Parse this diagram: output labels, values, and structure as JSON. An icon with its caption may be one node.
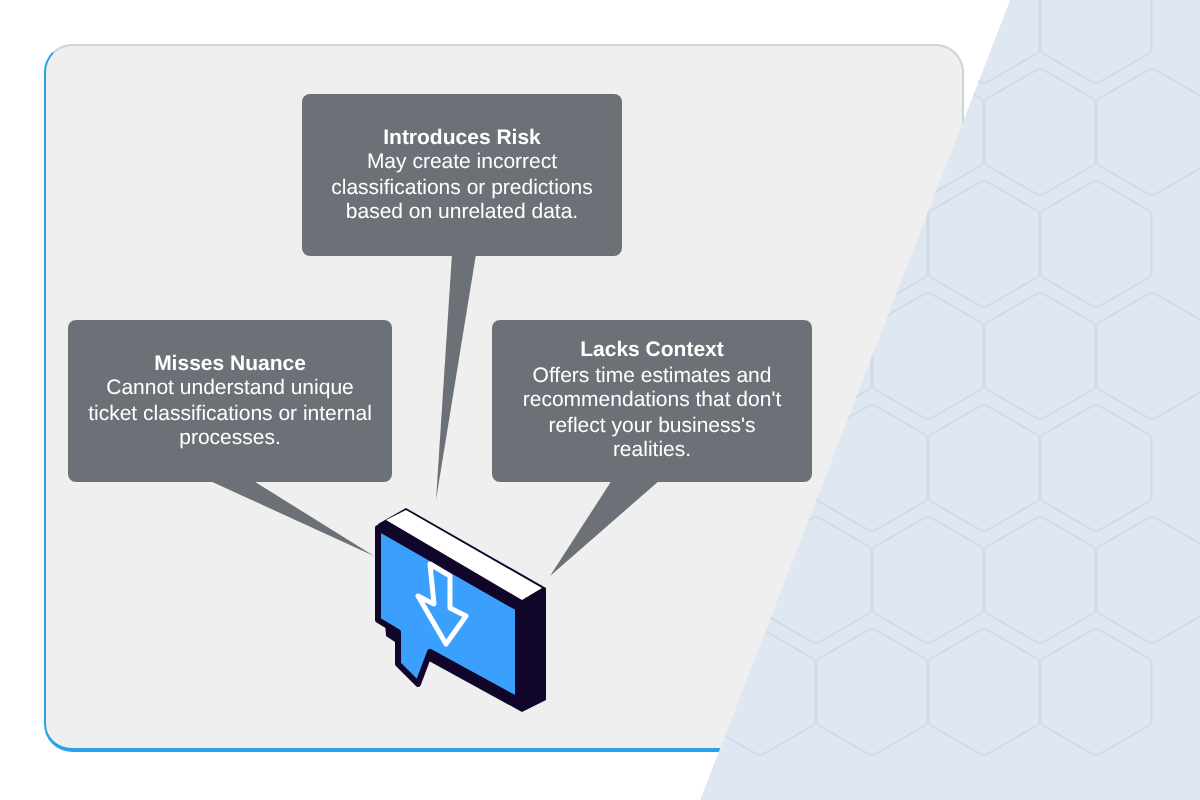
{
  "diagram": {
    "nodes": [
      {
        "text": [
          "Introduces Risk",
          "May create incorrect classifications or predictions based on unrelated data."
        ]
      },
      {
        "text": [
          "Misses Nuance",
          "Cannot understand unique ticket classifications or internal processes."
        ]
      },
      {
        "text": [
          "Lacks Context",
          "Offers time estimates and recommendations that don't reflect your business's realities."
        ]
      },
      {
        "text": [],
        "shape": "picture"
      }
    ],
    "edges": [
      {
        "from": 0,
        "to": 3,
        "arrow": "none"
      },
      {
        "from": 1,
        "to": 3,
        "arrow": "none"
      },
      {
        "from": 2,
        "to": 3,
        "arrow": "none"
      }
    ]
  }
}
